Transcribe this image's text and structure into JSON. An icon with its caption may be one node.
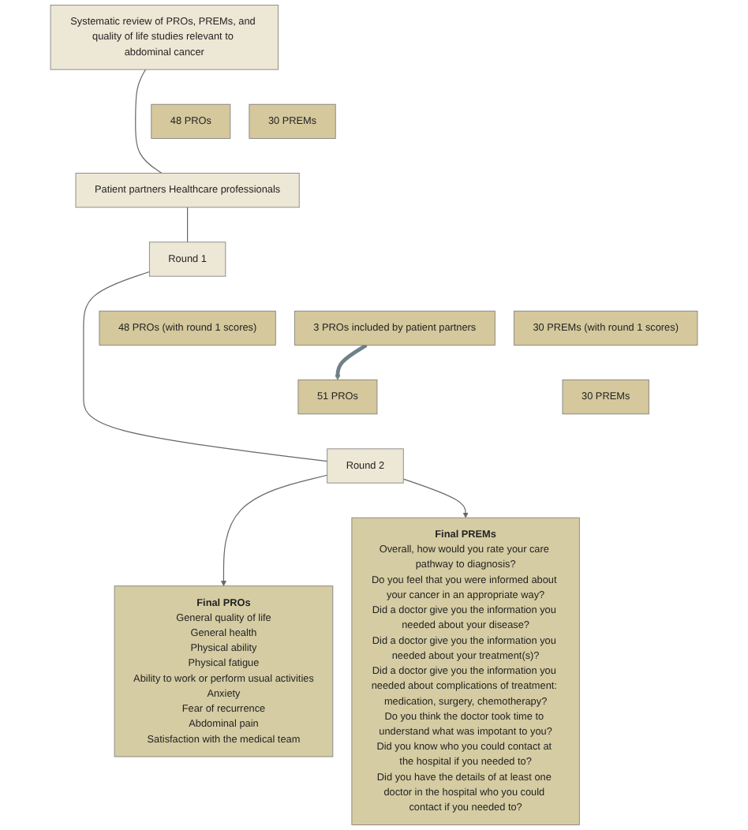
{
  "diagram": {
    "nodes": [
      {
        "text": [
          "Systematic review of PROs, PREMs, and quality of life studies relevant to abdominal cancer"
        ]
      },
      {
        "text": [
          "48 PROs"
        ]
      },
      {
        "text": [
          "30 PREMs"
        ]
      },
      {
        "text": [
          "Patient partners Healthcare professionals"
        ]
      },
      {
        "text": [
          "Round 1"
        ]
      },
      {
        "text": [
          "48 PROs (with round 1 scores)"
        ]
      },
      {
        "text": [
          "30 PREMs (with round 1 scores)"
        ]
      },
      {
        "text": [
          "3 PROs included by patient partners"
        ]
      },
      {
        "text": [
          "51 PROs"
        ]
      },
      {
        "text": [
          "30 PREMs"
        ]
      },
      {
        "text": [
          "Round 2"
        ]
      },
      {
        "text": [
          "Final PROs",
          "General quality of life",
          "General health",
          "Physical ability",
          "Physical fatigue",
          "Ability to work or perform usual activities",
          "Anxiety",
          "Fear of recurrence",
          "Abdominal pain",
          "Satisfaction with the medical team"
        ]
      },
      {
        "text": [
          "Final PREMs",
          "Overall, how would you rate your care pathway to diagnosis?",
          "Do you feel that you were informed about your cancer in an appropriate way?",
          "Did a doctor give you the information you needed about your disease?",
          "Did a doctor give you the information you needed about your treatment(s)?",
          "Did a doctor give you the information you needed about complications of treatment: medication, surgery, chemotherapy?",
          "Do you think the doctor took time to understand what was impotant to you?",
          "Did you know who you could contact at the hospital if you needed to?",
          "Did you have the details of at least one doctor in the hospital who you could contact if you needed to?"
        ]
      }
    ],
    "edges": [
      {
        "from": 0,
        "to": 3,
        "arrow": "none"
      },
      {
        "from": 3,
        "to": 4,
        "arrow": "none"
      },
      {
        "from": 4,
        "to": 10,
        "arrow": "none"
      },
      {
        "from": 7,
        "to": 8,
        "arrow": "to",
        "style": "thick",
        "color": "#6f8088"
      },
      {
        "from": 10,
        "to": 11,
        "arrow": "to"
      },
      {
        "from": 10,
        "to": 12,
        "arrow": "to"
      }
    ]
  }
}
